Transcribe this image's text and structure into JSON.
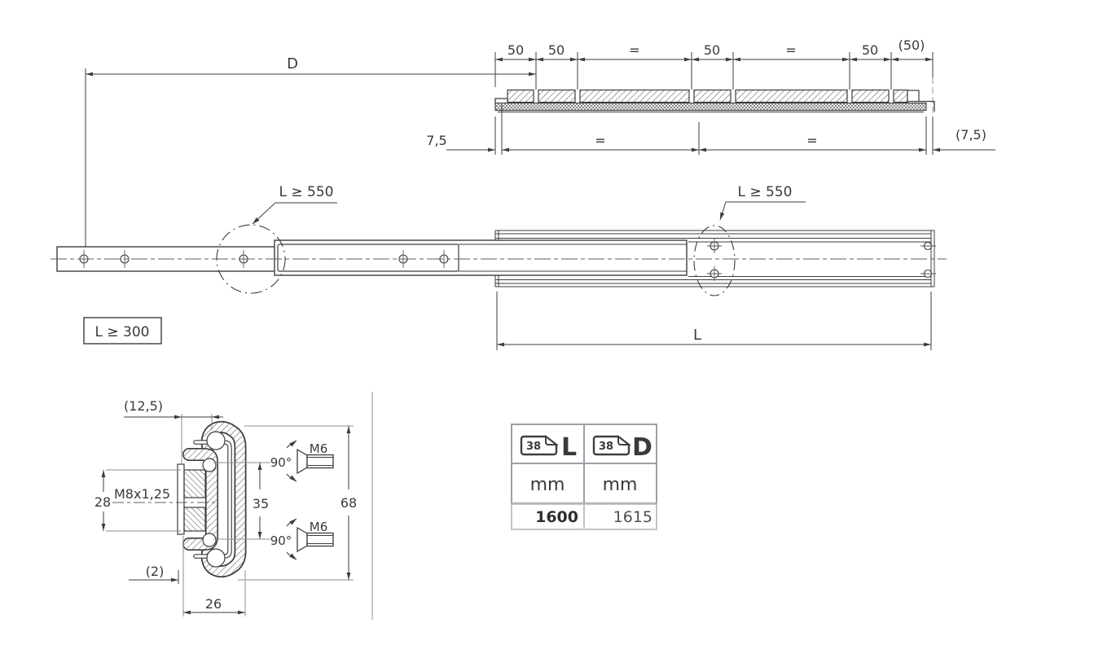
{
  "top_view": {
    "dims_top": [
      "50",
      "50",
      "=",
      "50",
      "=",
      "50",
      "(50)"
    ],
    "dims_bottom": [
      "7,5",
      "=",
      "=",
      "(7,5)"
    ],
    "overall_dim": "D"
  },
  "side_view": {
    "detail_note": "L ≥ 550",
    "min_length_note": "L ≥ 300",
    "length_dim": "L"
  },
  "cross_section": {
    "depth_offset": "(12,5)",
    "back_height": "28",
    "thread": "M8x1,25",
    "hole_spacing": "35",
    "total_height": "68",
    "countersink_angle": "90°",
    "screw_size": "M6",
    "clearance": "(2)",
    "width": "26"
  },
  "table": {
    "columns": [
      {
        "icon_value": "38",
        "header": "L",
        "unit": "mm",
        "value": "1600"
      },
      {
        "icon_value": "38",
        "header": "D",
        "unit": "mm",
        "value": "1615"
      }
    ]
  }
}
